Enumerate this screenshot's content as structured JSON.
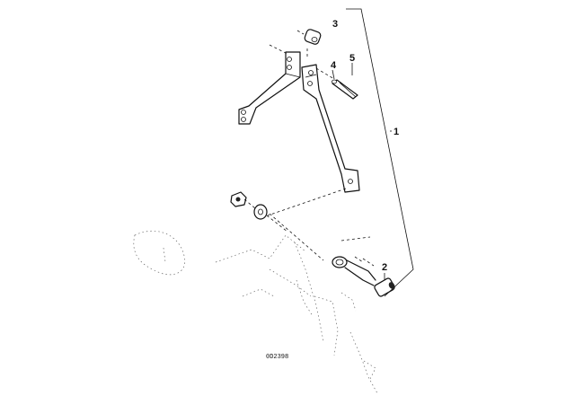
{
  "callouts": {
    "one": "1",
    "two": "2",
    "three": "3",
    "four": "4",
    "five": "5"
  },
  "diagram_code": "0D2398"
}
